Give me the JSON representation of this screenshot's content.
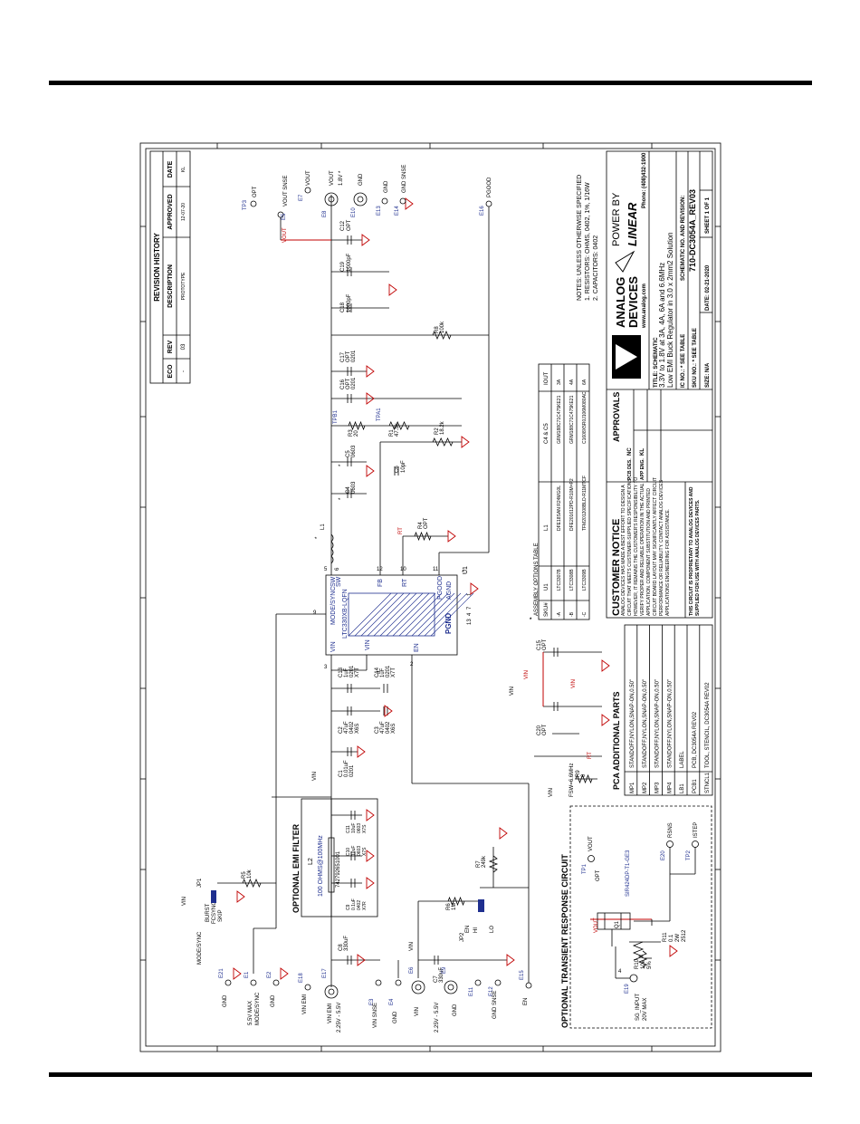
{
  "revision_history": {
    "title": "REVISION HISTORY",
    "headers": [
      "ECO",
      "REV",
      "DESCRIPTION",
      "APPROVED",
      "DATE"
    ],
    "row": [
      "-",
      "03",
      "PROTOTYPE",
      "12-07-20",
      "KL"
    ]
  },
  "notes": {
    "line1": "NOTES: UNLESS OTHERWISE SPECIFIED",
    "line2": "1. RESISTORS: OHMS, 0402, 1%, 1/16W",
    "line3": "2. CAPACITORS: 0402"
  },
  "title_block": {
    "company1": "ANALOG",
    "company2": "DEVICES",
    "web": "www.analog.com",
    "powered": "POWER BY",
    "linear": "LINEAR",
    "phone": "Phone: (408)432-1900",
    "title_label": "TITLE: SCHEMATIC",
    "title1": "3.3V to 1.8V at 3A, 4A, 6A and 6.6MHz",
    "title2": "Low EMI Buck Regulator in 3.0 x 2mm2 Solution",
    "ic_no": "IC NO.: * SEE TABLE",
    "sku_no": "SKU NO.: * SEE TABLE",
    "schem_label": "SCHEMATIC NO. AND REVISION:",
    "schem_no": "710-DC3054A_REV03",
    "size": "SIZE: N/A",
    "date": "DATE: 02-21-2020",
    "sheet": "SHEET 1 OF 1"
  },
  "approvals": {
    "title": "APPROVALS",
    "pcb_des_label": "PCB DES.",
    "pcb_des": "NC",
    "app_eng_label": "APP ENG.",
    "app_eng": "KL"
  },
  "customer_notice": {
    "title": "CUSTOMER NOTICE",
    "lines": [
      "ANALOG DEVICES HAS MADE A BEST EFFORT TO DESIGN A",
      "CIRCUIT THAT MEETS CUSTOMER-SUPPLIED SPECIFICATIONS;",
      "HOWEVER, IT REMAINS THE CUSTOMER'S RESPONSIBILITY TO",
      "VERIFY PROPER AND RELIABLE OPERATION IN THE ACTUAL",
      "APPLICATION. COMPONENT SUBSTITUTION AND PRINTED",
      "CIRCUIT BOARD LAYOUT MAY SIGNIFICANTLY AFFECT CIRCUIT",
      "PERFORMANCE OR RELIABILITY. CONTACT ANALOG DEVICES",
      "APPLICATIONS ENGINEERING FOR ASSISTANCE."
    ],
    "prop1": "THIS CIRCUIT IS PROPRIETARY TO ANALOG DEVICES AND",
    "prop2": "SUPPLIED FOR USE WITH ANALOG DEVICES PARTS."
  },
  "assembly_table": {
    "title": "ASSEMBLY OPTIONS TABLE",
    "headers": [
      "SKU#",
      "U1",
      "L1",
      "C4 & C5",
      "IOUT"
    ],
    "rows": [
      [
        "-A",
        "LTC3307B",
        "DFE18SAN R24MG0L",
        "GRM188C71C475KE21",
        "3A"
      ],
      [
        "-B",
        "LTC3308B",
        "DFE201612PD-R10M=P2",
        "GRM188C71C475KE21",
        "4A"
      ],
      [
        "-C",
        "LTC3309B",
        "TFM201208BLD-R11MTCF",
        "C1608X5R0J106M080AC",
        "6A"
      ]
    ]
  },
  "pca_parts": {
    "title": "PCA ADDITIONAL PARTS",
    "rows": [
      [
        "MP1",
        "STANDOFF,NYLON,SNAP-ON,0.50\""
      ],
      [
        "MP2",
        "STANDOFF,NYLON,SNAP-ON,0.50\""
      ],
      [
        "MP3",
        "STANDOFF,NYLON,SNAP-ON,0.50\""
      ],
      [
        "MP4",
        "STANDOFF,NYLON,SNAP-ON,0.50\""
      ],
      [
        "LB1",
        "LABEL"
      ],
      [
        "PCB1",
        "PCB, DC3054A    REV02"
      ],
      [
        "STNCL1",
        "TOOL, STENCIL, DC3054A    REV02"
      ]
    ]
  },
  "emi_filter": {
    "title": "OPTIONAL EMI FILTER",
    "l2a": "L2",
    "l2b": "100 OHMS@100MHz",
    "l2c": "742792651001",
    "c9": "C9",
    "c9v": "0.1uF",
    "c9p": "0402",
    "c9t": "X7R",
    "c10": "C10",
    "c10v": "10uF",
    "c10p": "0603",
    "c10t": "X7S",
    "c11": "C11",
    "c11v": "10uF",
    "c11p": "0603",
    "c11t": "X7S"
  },
  "transient": {
    "title": "OPTIONAL TRANSIENT RESPONSE CIRCUIT",
    "q1": "Q1",
    "q1p": "SIR424DP-T1-GE3",
    "tp1": "TP1",
    "tp1l": "VOUT",
    "tp1o": "OPT",
    "tp2": "TP2",
    "tp2l": "ISTEP",
    "e20": "E20",
    "e20l": "RSNS",
    "e19": "E19",
    "e19l": "SG_INPUT",
    "e19v": "20V MAX",
    "r10": "R10",
    "r10v": "10k",
    "r10t": "5%",
    "r11": "R11",
    "r11v": "0.1",
    "r11w": "2W",
    "r11p": "2512",
    "vout": "VOUT",
    "pin4": "4"
  },
  "ic": {
    "name": "LTC330XB-LQFN",
    "u1": "U1",
    "star": "*",
    "vin1": "VIN",
    "vin2": "VIN",
    "mode": "MODE/SYNC",
    "sw1": "SW",
    "sw2": "SW",
    "fb": "FB",
    "rt": "RT",
    "pgood": "PGOOD",
    "agnd": "AGND",
    "pgnd": "PGND",
    "en": "EN",
    "p3": "3",
    "p9": "9",
    "p5": "5",
    "p12": "12",
    "p10": "10",
    "p11": "11",
    "p2": "2",
    "p13": "13",
    "p4": "4",
    "p7": "7",
    "p1": "1",
    "p8": "8",
    "p6": "6"
  },
  "components": {
    "l1": "L1",
    "l1s": "*",
    "c4": "C4",
    "c4v": "0603",
    "c4s": "*",
    "c5": "C5",
    "c5v": "0603",
    "c5s": "*",
    "c6": "C6",
    "c6v": "10pF",
    "r3": "R3",
    "r3v": "20",
    "r1": "R1",
    "r1v": "47.5k",
    "r2": "R2",
    "r2v": "18.2k",
    "tpb1": "TPB1",
    "tpa1": "TPA1",
    "c16": "C16",
    "c16v": "OPT",
    "c16p": "0201",
    "c17": "C17",
    "c17v": "OPT",
    "c17p": "0201",
    "c18": "C18",
    "c18v": "1000pF",
    "c19": "C19",
    "c19v": "1000pF",
    "c12": "C12",
    "c12v": "OPT",
    "r8": "R8",
    "r8v": "100k",
    "r4": "R4",
    "r4v": "OPT",
    "rt": "RT",
    "c13": "C13",
    "c13v": "1uF",
    "c13p": "0201",
    "c13t": "X7T",
    "c14": "C14",
    "c14v": "1uF",
    "c14p": "0201",
    "c14t": "X7T",
    "c2": "C2",
    "c2v": "47uF",
    "c2p": "0402",
    "c2t": "X6S",
    "c3": "C3",
    "c3v": "47uF",
    "c3p": "0402",
    "c3t": "X6S",
    "c1": "C1",
    "c1v": "0.01uF",
    "c1p": "0201",
    "c8": "C8",
    "c8v": "330uF",
    "c7": "C7",
    "c7v": "330uF",
    "c15": "C15",
    "c15v": "OPT",
    "c20": "C20",
    "c20v": "OPT",
    "r9": "R9",
    "r9v": "0",
    "rt2": "RT",
    "fsw": "FSW=6.6MHz",
    "r5": "R5",
    "r5v": "10k",
    "r6": "R6",
    "r6v": "1M",
    "r7": "R7",
    "r7v": "249k",
    "jp1": "JP1",
    "jp1a": "BURST",
    "jp1b": "FCSYNC",
    "jp1c": "SKIP",
    "jp2": "JP2",
    "jp2a": "EN",
    "jp2b": "HI",
    "jp2c": "LO",
    "vin": "VIN",
    "vout": "VOUT"
  },
  "terminals": {
    "tp3": "TP3",
    "tp3o": "OPT",
    "e5": "E5",
    "e5l": "VOUT SNSE",
    "e8": "E8",
    "e8l": "VOUT",
    "e8v": "1.8V *",
    "e7": "E7",
    "e7l": "VOUT",
    "e10": "E10",
    "e10l": "GND",
    "e13": "E13",
    "e13l": "GND",
    "e14": "E14",
    "e14l": "GND SNSE",
    "e16": "E16",
    "e16l": "PGOOD",
    "e21": "E21",
    "e21l": "GND",
    "e1": "E1",
    "e1l": "5.5V MAX",
    "e1l2": "MODE/SYNC",
    "e2": "E2",
    "e2l": "GND",
    "e18": "E18",
    "e18l": "VIN EMI",
    "e17": "E17",
    "e17l": "VIN EMI",
    "e17v": "2.25V - 5.5V",
    "e3": "E3",
    "e3l": "VIN SNSE",
    "e4": "E4",
    "e4l": "GND",
    "e6": "E6",
    "e6l": "VIN",
    "e6v": "2.25V - 5.5V",
    "e9": "E9",
    "e9l": "GND",
    "e11": "E11",
    "e12": "E12",
    "e12l": "GND SNSE",
    "e15": "E15",
    "e15l": "EN",
    "modesync": "MODE/SYNC"
  }
}
